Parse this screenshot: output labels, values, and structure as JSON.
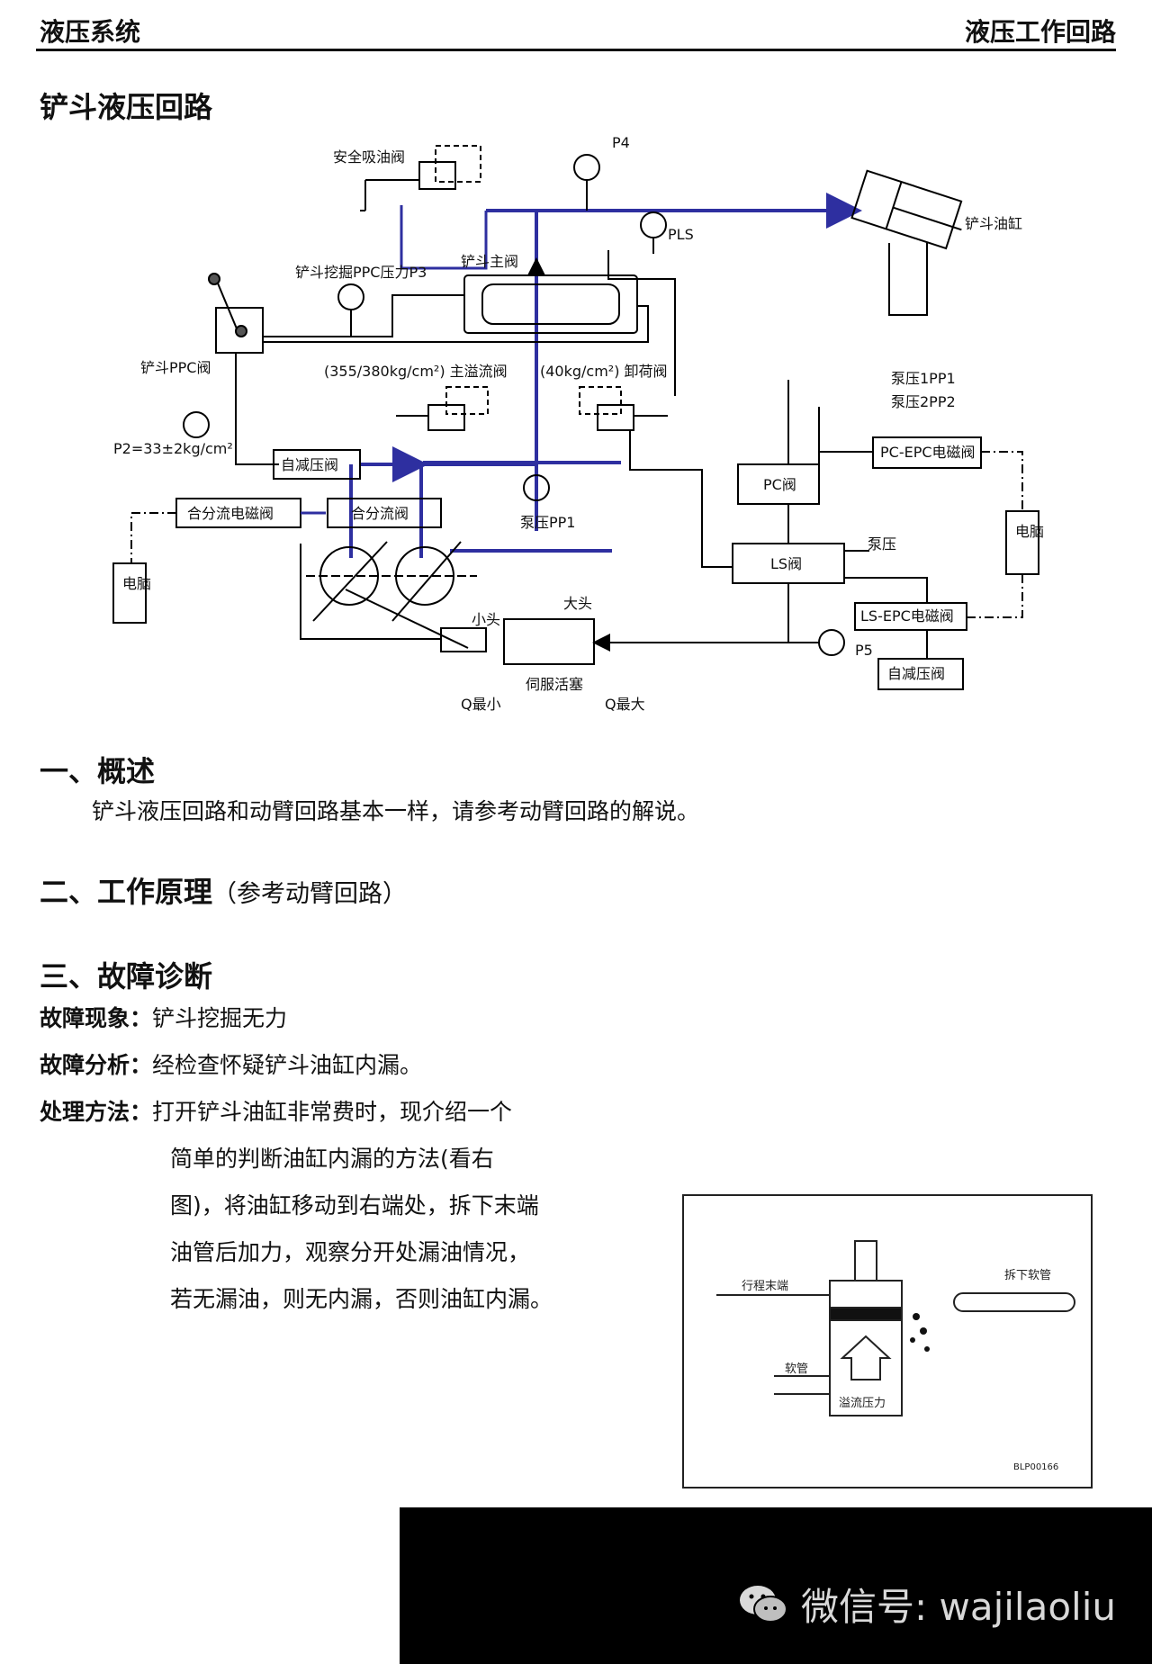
{
  "header": {
    "left": "液压系统",
    "right": "液压工作回路"
  },
  "page_title": "铲斗液压回路",
  "diagram": {
    "safety_valve": "安全吸油阀",
    "p4": "P4",
    "bucket_cylinder": "铲斗油缸",
    "pls": "PLS",
    "bucket_main_valve": "铲斗主阀",
    "ppc_pressure": "铲斗挖掘PPC压力P3",
    "bucket_ppc": "铲斗PPC阀",
    "main_relief": "(355/380kg/cm²) 主溢流阀",
    "unload_valve": "(40kg/cm²) 卸荷阀",
    "pump1": "泵压1PP1",
    "pump2": "泵压2PP2",
    "pc_epc": "PC-EPC电磁阀",
    "p2": "P2=33±2kg/cm²",
    "self_reducing": "自减压阀",
    "pump_pp1": "泵压PP1",
    "pc_valve": "PC阀",
    "computer": "电脑",
    "merge_solenoid": "合分流电磁阀",
    "merge_valve": "合分流阀",
    "pump_pressure": "泵压",
    "ls_valve": "LS阀",
    "big_end": "大头",
    "small_end": "小头",
    "ls_epc": "LS-EPC电磁阀",
    "p5": "P5",
    "self_reducing2": "自减压阀",
    "servo_piston": "伺服活塞",
    "q_min": "Q最小",
    "q_max": "Q最大"
  },
  "sections": {
    "s1_title": "一、概述",
    "s1_text": "铲斗液压回路和动臂回路基本一样，请参考动臂回路的解说。",
    "s2_title": "二、工作原理",
    "s2_note": "（参考动臂回路）",
    "s3_title": "三、故障诊断"
  },
  "diagnosis": {
    "symptom_label": "故障现象：",
    "symptom": "铲斗挖掘无力",
    "analysis_label": "故障分析：",
    "analysis": "经检查怀疑铲斗油缸内漏。",
    "method_label": "处理方法：",
    "method_lines": [
      "打开铲斗油缸非常费时，现介绍一个",
      "简单的判断油缸内漏的方法(看右",
      "图)，将油缸移动到右端处，拆下末端",
      "油管后加力，观察分开处漏油情况，",
      "若无漏油，则无内漏，否则油缸内漏。"
    ]
  },
  "figure2": {
    "stroke_end": "行程末端",
    "remove_hose": "拆下软管",
    "hose": "软管",
    "relief_pressure": "溢流压力",
    "code": "BLP00166"
  },
  "watermark": {
    "text": "微信号: wajilaoliu",
    "icon": "wechat-icon"
  },
  "colors": {
    "line_blue": "#2e2fa0",
    "black": "#000000"
  }
}
